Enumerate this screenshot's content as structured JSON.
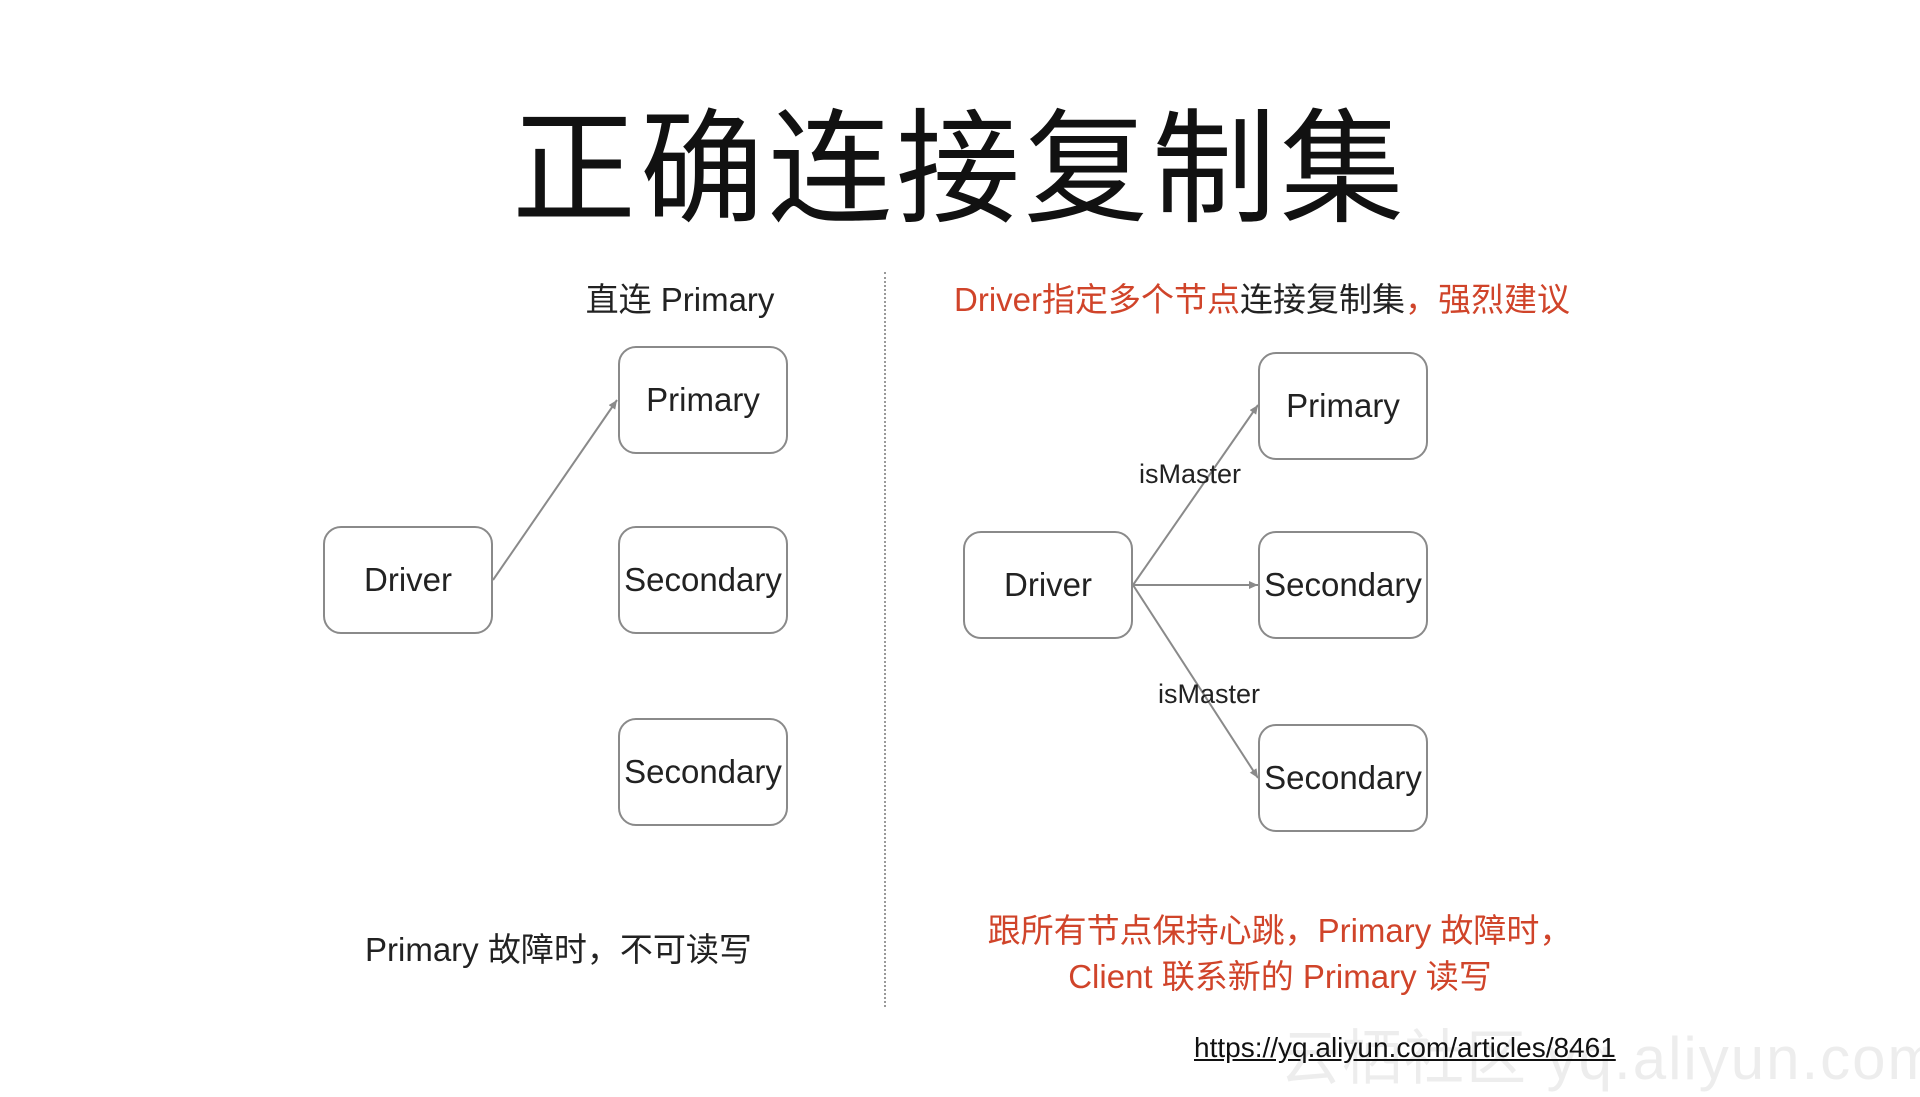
{
  "slide": {
    "title": "正确连接复制集",
    "watermark": "云栖社区 yq.aliyun.com",
    "link": "https://yq.aliyun.com/articles/8461"
  },
  "left": {
    "caption_top": "直连 Primary",
    "nodes": {
      "driver": "Driver",
      "primary": "Primary",
      "secondary1": "Secondary",
      "secondary2": "Secondary"
    },
    "caption_bottom": "Primary 故障时，不可读写"
  },
  "right": {
    "caption_top_part1": "Driver指定多个节点",
    "caption_top_part2": "连接复制集",
    "caption_top_part3": "，强烈建议",
    "nodes": {
      "driver": "Driver",
      "primary": "Primary",
      "secondary1": "Secondary",
      "secondary2": "Secondary"
    },
    "edge_labels": {
      "to_primary": "isMaster",
      "to_secondary2": "isMaster"
    },
    "caption_bottom_line1": "跟所有节点保持心跳，Primary 故障时，",
    "caption_bottom_line2": "Client 联系新的 Primary 读写"
  },
  "colors": {
    "accent_red": "#d0442a",
    "node_border": "#8a8a8a",
    "arrow": "#8a8a8a",
    "text": "#222222"
  }
}
